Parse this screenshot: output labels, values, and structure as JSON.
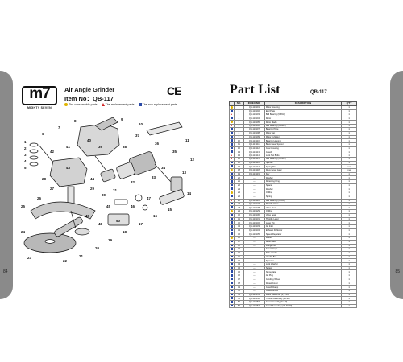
{
  "left_page": {
    "logo_text": "m7",
    "logo_sub": "MIGHTY SEVEN",
    "title": "Air Angle Grinder",
    "item_label": "Item No：QB-117",
    "ce_mark": "CE",
    "legend": [
      {
        "label": "The consumable parts",
        "color": "#e0b400"
      },
      {
        "label": "The replacement parts",
        "color": "#d02020"
      },
      {
        "label": "The non-replacement parts",
        "color": "#2a4aa8"
      }
    ],
    "page_number": "84",
    "callouts": [
      "1",
      "2",
      "3",
      "4",
      "5",
      "6",
      "7",
      "8",
      "9",
      "10",
      "11",
      "12",
      "13",
      "14",
      "15",
      "16",
      "17",
      "18",
      "19",
      "20",
      "21",
      "22",
      "23",
      "24",
      "25",
      "26",
      "27",
      "28",
      "29",
      "30",
      "31",
      "32",
      "33",
      "34",
      "35",
      "36",
      "37",
      "38",
      "39",
      "40",
      "41",
      "42",
      "43",
      "44",
      "45",
      "46",
      "47",
      "48",
      "49",
      "50"
    ]
  },
  "right_page": {
    "title": "Part List",
    "item": "QB-117",
    "page_number": "85",
    "columns": [
      "NO.",
      "INDEX NO.",
      "DESCRIPTION",
      "Q'TY"
    ],
    "rows": [
      {
        "m": "y",
        "no": "1",
        "idx": "QB-117101",
        "desc": "Motor Housing",
        "qty": "1"
      },
      {
        "m": "b",
        "no": "2",
        "idx": "QB-117102",
        "desc": "End Plate",
        "qty": "1"
      },
      {
        "m": "r",
        "no": "3",
        "idx": "QB-117103",
        "desc": "Ball Bearing (608zz)",
        "qty": "1"
      },
      {
        "m": "b",
        "no": "4",
        "idx": "QB-117104",
        "desc": "Rotor",
        "qty": "1"
      },
      {
        "m": "y",
        "no": "5",
        "idx": "QB-117105",
        "desc": "Rotor Blade",
        "qty": "1"
      },
      {
        "m": "r",
        "no": "6",
        "idx": "QB-117106",
        "desc": "Ball Bearing (6000zz)",
        "qty": "1"
      },
      {
        "m": "b",
        "no": "7",
        "idx": "QB-117107",
        "desc": "Bearing Plate",
        "qty": "1"
      },
      {
        "m": "b",
        "no": "8",
        "idx": "QB-117108",
        "desc": "Motor Set",
        "qty": "1"
      },
      {
        "m": "b",
        "no": "9",
        "idx": "QB-117109",
        "desc": "Motor Cylinder",
        "qty": "1"
      },
      {
        "m": "b",
        "no": "10",
        "idx": "QB-117110",
        "desc": "Bearing Housing",
        "qty": "1"
      },
      {
        "m": "b",
        "no": "11",
        "idx": "QB-117111",
        "desc": "Bevel Gear Spacer",
        "qty": "1"
      },
      {
        "m": "b",
        "no": "12",
        "idx": "QB-117112",
        "desc": "Gear Housing",
        "qty": "1"
      },
      {
        "m": "b",
        "no": "13",
        "idx": "QB-117113",
        "desc": "Guard",
        "qty": "1"
      },
      {
        "m": "r",
        "no": "14",
        "idx": "QB-117114",
        "desc": "Lock Nut Bolts",
        "qty": "1"
      },
      {
        "m": "r",
        "no": "15",
        "idx": "QB-117115",
        "desc": "Ball Bearing (6201zz)",
        "qty": "1"
      },
      {
        "m": "b",
        "no": "16",
        "idx": "QB-117116",
        "desc": "Spindle",
        "qty": "1"
      },
      {
        "m": "b",
        "no": "17",
        "idx": "QB-117117",
        "desc": "Spring Pin",
        "qty": "1 set"
      },
      {
        "m": "y",
        "no": "18",
        "idx": "QB-117118",
        "desc": "Drive Bevel Gear",
        "qty": "1 set"
      },
      {
        "m": "b",
        "no": "19",
        "idx": "QB-117119",
        "desc": "Key",
        "qty": "1"
      },
      {
        "m": "b",
        "no": "20",
        "idx": "---",
        "desc": "Washer",
        "qty": "1"
      },
      {
        "m": "b",
        "no": "21",
        "idx": "---",
        "desc": "Retaining Ring",
        "qty": "1"
      },
      {
        "m": "b",
        "no": "22",
        "idx": "---",
        "desc": "Spacer",
        "qty": "1"
      },
      {
        "m": "b",
        "no": "23",
        "idx": "---",
        "desc": "Washer",
        "qty": "1"
      },
      {
        "m": "y",
        "no": "24",
        "idx": "---",
        "desc": "O-Ring",
        "qty": "1"
      },
      {
        "m": "b",
        "no": "25",
        "idx": "---",
        "desc": "Spring",
        "qty": "1"
      },
      {
        "m": "r",
        "no": "26",
        "idx": "QB-117126",
        "desc": "Ball Bearing (629zz)",
        "qty": "1"
      },
      {
        "m": "b",
        "no": "27",
        "idx": "QB-117127",
        "desc": "Throttle Valve",
        "qty": "1"
      },
      {
        "m": "b",
        "no": "28",
        "idx": "QB-117128",
        "desc": "Valve Stem",
        "qty": "1"
      },
      {
        "m": "y",
        "no": "29",
        "idx": "QB-117129",
        "desc": "O-Ring",
        "qty": "1"
      },
      {
        "m": "b",
        "no": "30",
        "idx": "QB-117130",
        "desc": "Valve Seat",
        "qty": "1"
      },
      {
        "m": "b",
        "no": "31",
        "idx": "QB-117131",
        "desc": "Throttle Lever",
        "qty": "1"
      },
      {
        "m": "b",
        "no": "32",
        "idx": "QB-117132",
        "desc": "Lever Pin",
        "qty": "1"
      },
      {
        "m": "b",
        "no": "33",
        "idx": "QB-117133",
        "desc": "Air Inlet",
        "qty": "1"
      },
      {
        "m": "b",
        "no": "34",
        "idx": "QB-117134",
        "desc": "Exhaust Deflector",
        "qty": "1"
      },
      {
        "m": "b",
        "no": "35",
        "idx": "QB-117135",
        "desc": "Speed Regulator",
        "qty": "1"
      },
      {
        "m": "y",
        "no": "36",
        "idx": "---",
        "desc": "Muffler",
        "qty": "1"
      },
      {
        "m": "b",
        "no": "37",
        "idx": "---",
        "desc": "Hose Barb",
        "qty": "1"
      },
      {
        "m": "b",
        "no": "38",
        "idx": "---",
        "desc": "Flange Nut",
        "qty": "1"
      },
      {
        "m": "b",
        "no": "39",
        "idx": "---",
        "desc": "Inner Flange",
        "qty": "1"
      },
      {
        "m": "b",
        "no": "40",
        "idx": "---",
        "desc": "Side Handle",
        "qty": "1"
      },
      {
        "m": "b",
        "no": "41",
        "idx": "---",
        "desc": "Handle Bolt",
        "qty": "1"
      },
      {
        "m": "b",
        "no": "42",
        "idx": "---",
        "desc": "Spanner",
        "qty": "1"
      },
      {
        "m": "b",
        "no": "43",
        "idx": "---",
        "desc": "Lock Washer",
        "qty": "1"
      },
      {
        "m": "b",
        "no": "44",
        "idx": "---",
        "desc": "Screw",
        "qty": "1"
      },
      {
        "m": "b",
        "no": "45",
        "idx": "---",
        "desc": "Nameplate",
        "qty": "1"
      },
      {
        "m": "b",
        "no": "46",
        "idx": "---",
        "desc": "Air Plug",
        "qty": "1"
      },
      {
        "m": "b",
        "no": "47",
        "idx": "---",
        "desc": "Grinding Wheel",
        "qty": "1"
      },
      {
        "m": "b",
        "no": "48",
        "idx": "---",
        "desc": "Wheel Cover",
        "qty": "1"
      },
      {
        "m": "b",
        "no": "49",
        "idx": "---",
        "desc": "Guard Clamp",
        "qty": "1"
      },
      {
        "m": "b",
        "no": "50",
        "idx": "---",
        "desc": "Guard Screw",
        "qty": "1"
      },
      {
        "m": "b",
        "no": "51",
        "idx": "QB-117151",
        "desc": "Motor Assembly (1, 4-10)",
        "qty": "1"
      },
      {
        "m": "b",
        "no": "52",
        "idx": "QB-117152",
        "desc": "Throttle Assembly (26-32)",
        "qty": "1"
      },
      {
        "m": "b",
        "no": "53",
        "idx": "QB-117153",
        "desc": "Gear Assembly (11-19)",
        "qty": "1"
      },
      {
        "m": "b",
        "no": "54",
        "idx": "QB-117154",
        "desc": "Guard Assembly (13, 49-50)",
        "qty": "1"
      }
    ]
  }
}
